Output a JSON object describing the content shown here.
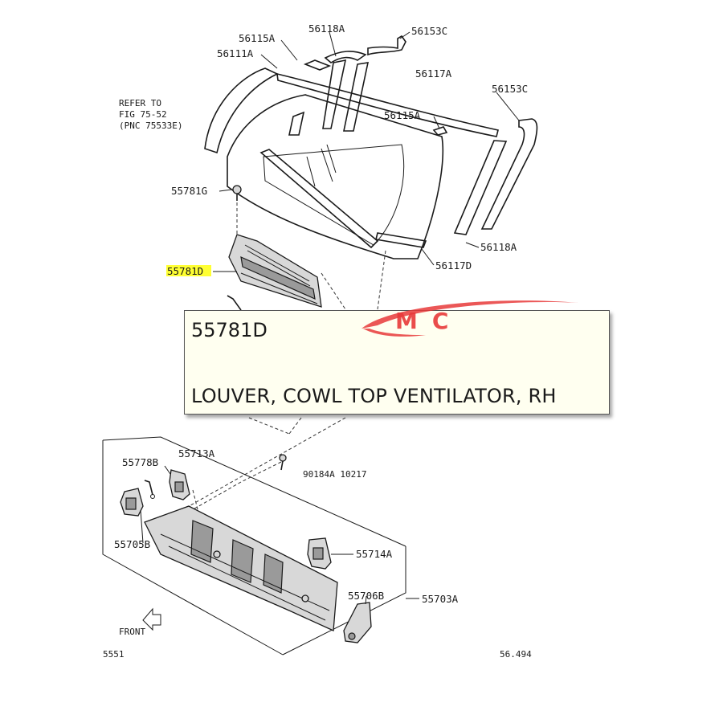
{
  "tooltip": {
    "part_number": "55781D",
    "description": "LOUVER, COWL TOP VENTILATOR, RH",
    "watermark_text": "MC"
  },
  "callouts": [
    {
      "id": "56115A-top",
      "text": "56115A"
    },
    {
      "id": "56118A-top",
      "text": "56118A"
    },
    {
      "id": "56153C-top",
      "text": "56153C"
    },
    {
      "id": "56111A",
      "text": "56111A"
    },
    {
      "id": "56117A",
      "text": "56117A"
    },
    {
      "id": "56153C-right",
      "text": "56153C"
    },
    {
      "id": "56115A-mid",
      "text": "56115A"
    },
    {
      "id": "55781G",
      "text": "55781G"
    },
    {
      "id": "56118A-right",
      "text": "56118A"
    },
    {
      "id": "56117D",
      "text": "56117D"
    },
    {
      "id": "55781D",
      "text": "55781D",
      "highlighted": true
    },
    {
      "id": "55778B",
      "text": "55778B"
    },
    {
      "id": "55713A",
      "text": "55713A"
    },
    {
      "id": "55705B",
      "text": "55705B"
    },
    {
      "id": "55714A",
      "text": "55714A"
    },
    {
      "id": "55706B",
      "text": "55706B"
    },
    {
      "id": "55703A",
      "text": "55703A"
    }
  ],
  "note": {
    "line1": "REFER TO",
    "line2": "FIG 75-52",
    "line3": "(PNC 75533E)"
  },
  "fastener_note": "90184A 10217",
  "front_label": "FRONT",
  "corner_left": "5551",
  "corner_right": "56.494",
  "colors": {
    "highlight": "#ffff33",
    "watermark": "#e83a3a",
    "tooltip_bg": "#fffff0"
  }
}
